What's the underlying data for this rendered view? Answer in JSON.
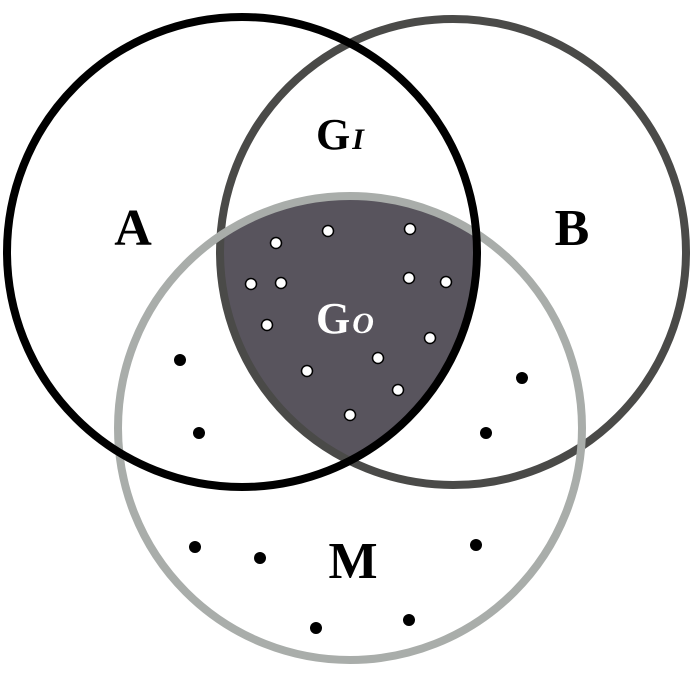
{
  "diagram": {
    "sets": [
      {
        "id": "A",
        "label": "A",
        "color": "#000000"
      },
      {
        "id": "B",
        "label": "B",
        "color": "#4a4a48"
      },
      {
        "id": "M",
        "label": "M",
        "color": "#a9adaa"
      }
    ],
    "regions": {
      "gi": {
        "main": "G",
        "sub": "I"
      },
      "go": {
        "main": "G",
        "sub": "O",
        "fill": "#58545d"
      }
    },
    "dot_colors": {
      "outer": "#000000",
      "inner": "#ffffff"
    }
  }
}
